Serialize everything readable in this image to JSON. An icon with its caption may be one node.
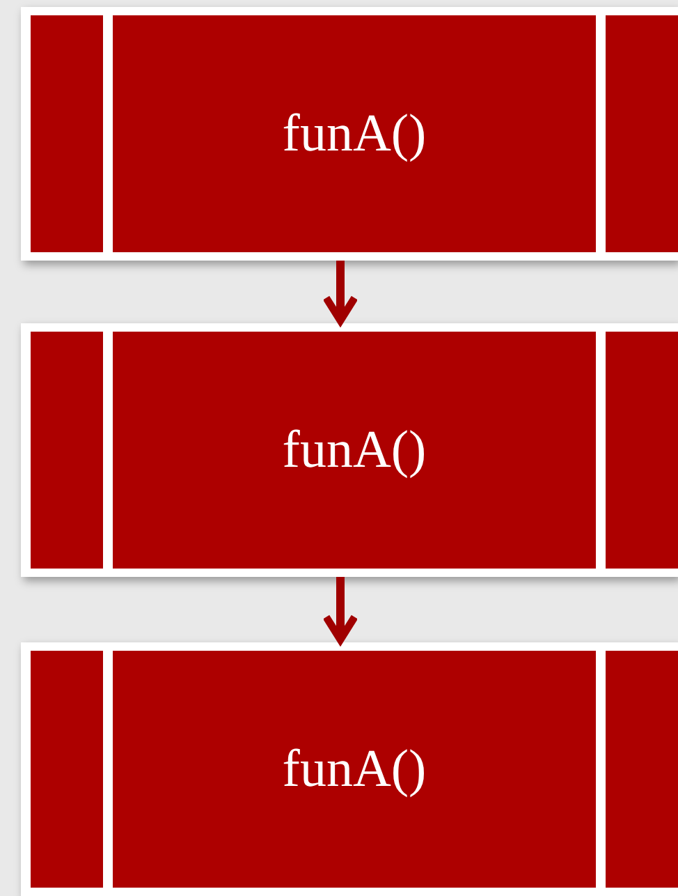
{
  "diagram": {
    "nodes": [
      {
        "text": [],
        "shape": "box"
      },
      {
        "text": [
          "funA()"
        ]
      },
      {
        "text": [],
        "shape": "box"
      },
      {
        "text": [],
        "shape": "box"
      },
      {
        "text": [
          "funA()"
        ]
      },
      {
        "text": [],
        "shape": "box"
      },
      {
        "text": [],
        "shape": "box"
      },
      {
        "text": [
          "funA()"
        ]
      },
      {
        "text": [],
        "shape": "box"
      }
    ],
    "edges": [
      {
        "from": 1,
        "to": 4,
        "arrow": "to"
      },
      {
        "from": 4,
        "to": 7,
        "arrow": "to"
      }
    ]
  }
}
